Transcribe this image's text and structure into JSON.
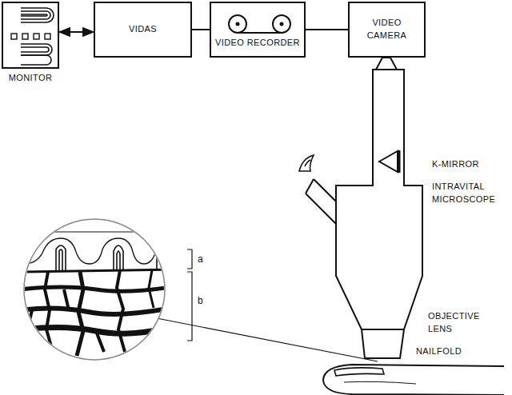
{
  "diagram": {
    "nodes": [
      {
        "text": [
          "MONITOR"
        ]
      },
      {
        "text": [
          "VIDAS"
        ]
      },
      {
        "text": [
          "VIDEO RECORDER"
        ]
      },
      {
        "text": [
          "VIDEO CAMERA"
        ]
      }
    ],
    "edges": [
      {
        "from": 1,
        "to": 0,
        "arrow": "both"
      },
      {
        "from": 1,
        "to": 2,
        "arrow": "none"
      },
      {
        "from": 2,
        "to": 3,
        "arrow": "none"
      }
    ],
    "labels": [
      "K-MIRROR",
      "INTRAVITAL MICROSCOPE",
      "OBJECTIVE LENS",
      "NAILFOLD",
      "a",
      "b"
    ]
  }
}
